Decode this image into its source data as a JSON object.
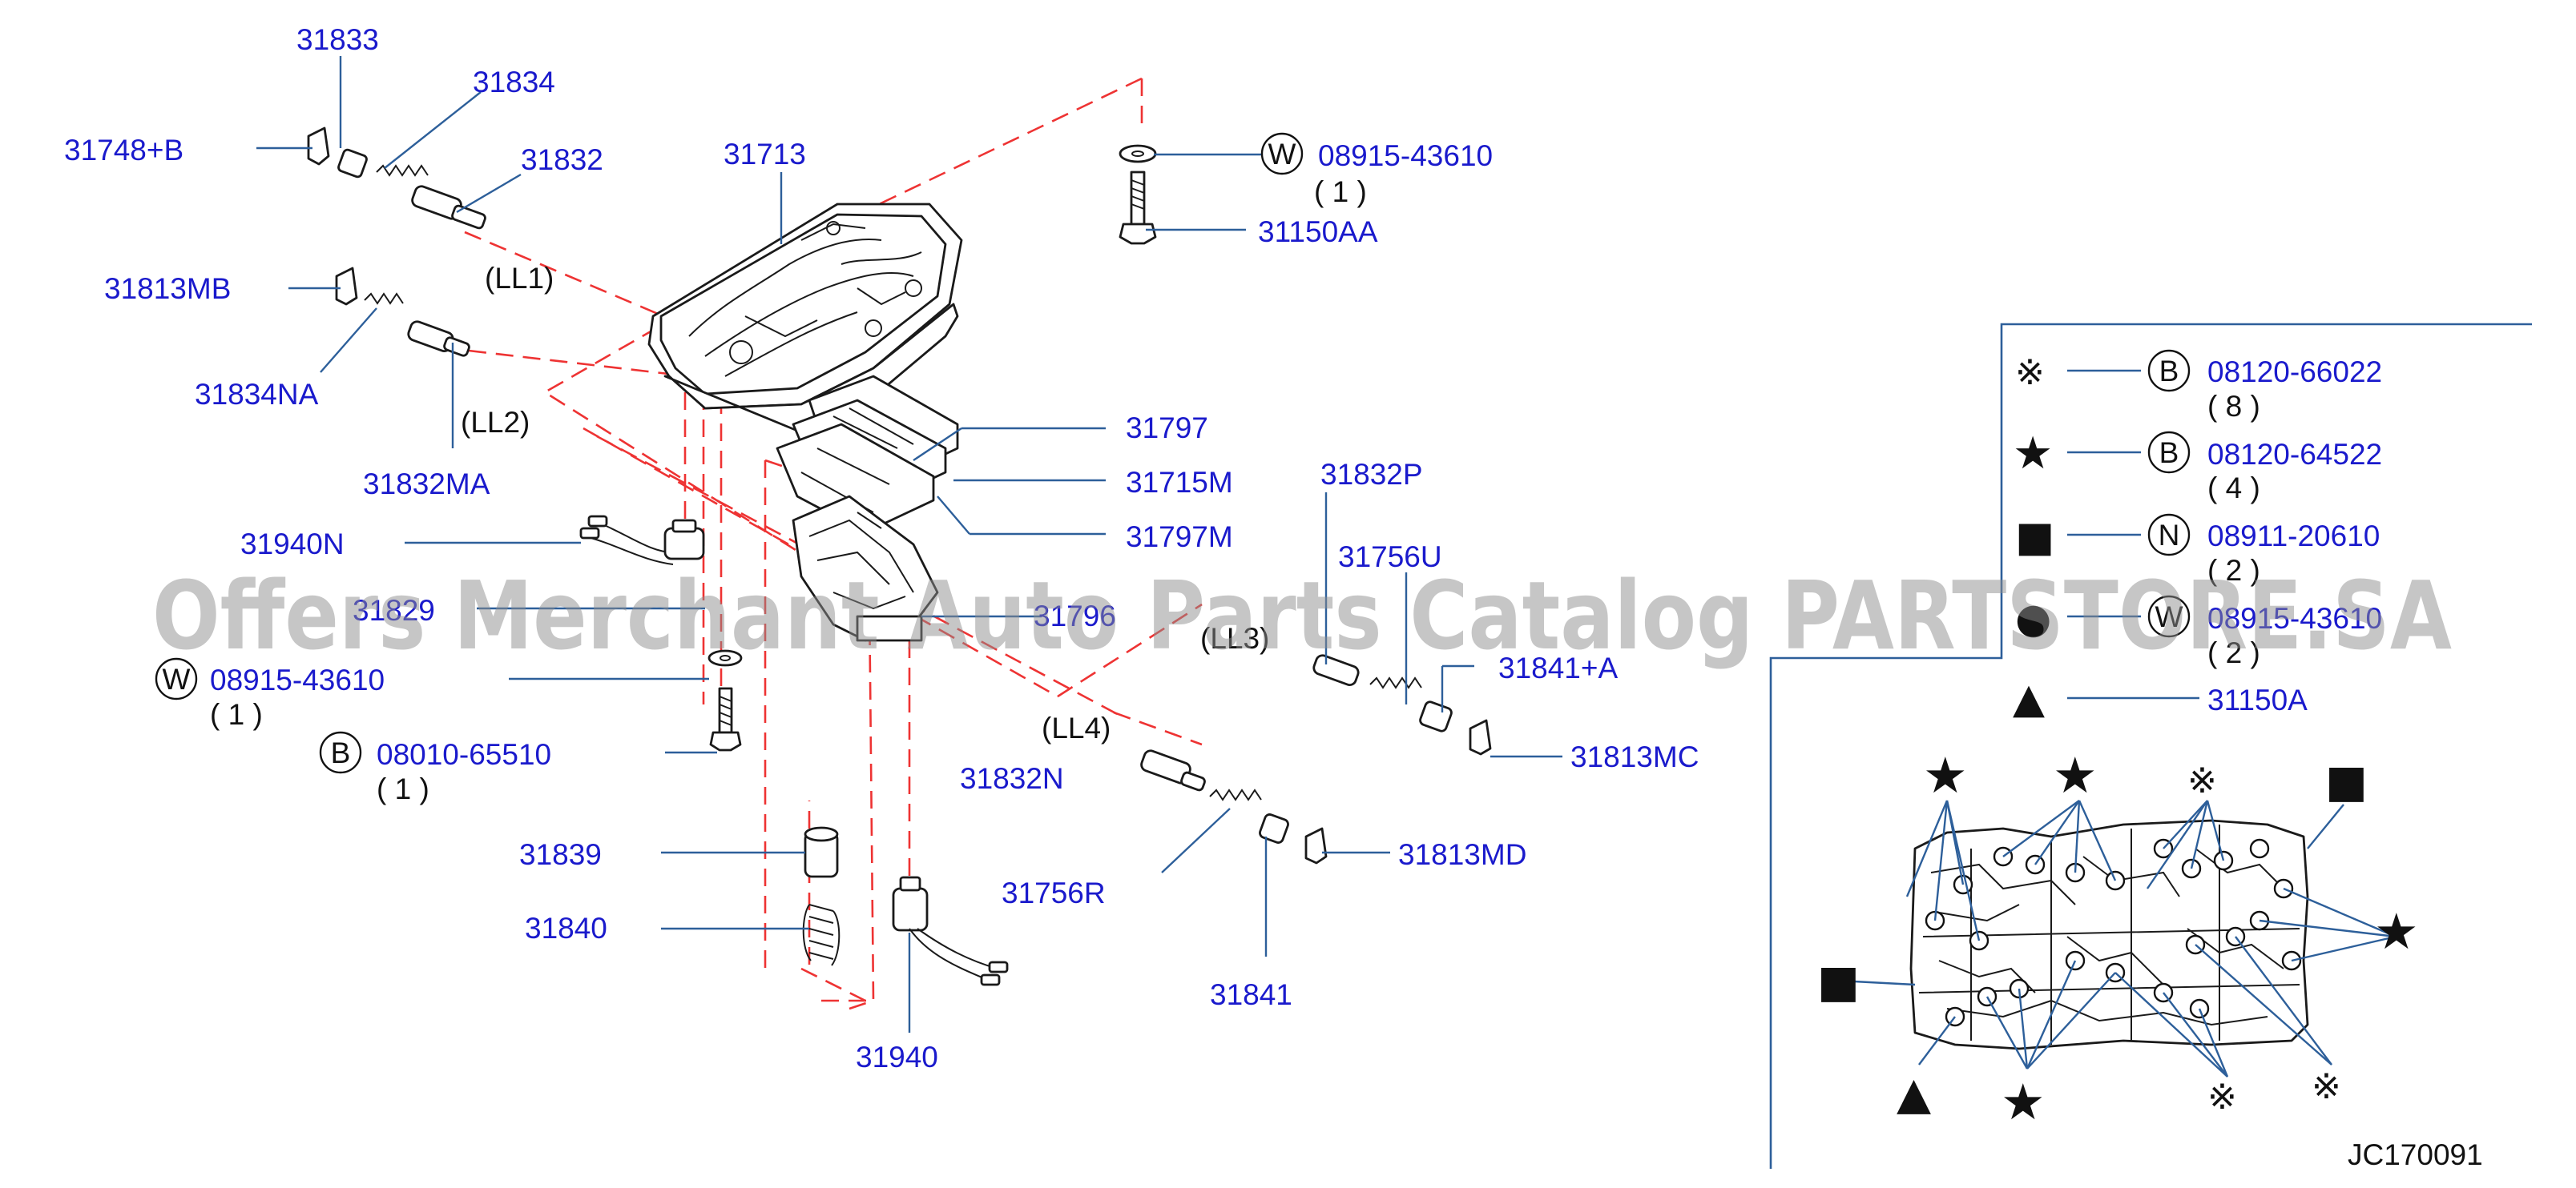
{
  "labels": {
    "l31833": "31833",
    "l31834": "31834",
    "l31748B": "31748+B",
    "l31832": "31832",
    "l31713": "31713",
    "lLL1": "(LL1)",
    "l31813MB": "31813MB",
    "l31834NA": "31834NA",
    "lLL2": "(LL2)",
    "l31832MA": "31832MA",
    "l31797": "31797",
    "l31715M": "31715M",
    "l31797M": "31797M",
    "l31940N": "31940N",
    "l31829": "31829",
    "l31796": "31796",
    "l31832P": "31832P",
    "l31756U": "31756U",
    "lLL3": "(LL3)",
    "l31841A": "31841+A",
    "l31813MC": "31813MC",
    "lLL4": "(LL4)",
    "l31832N": "31832N",
    "l31756R": "31756R",
    "l31813MD": "31813MD",
    "l31841": "31841",
    "l31839": "31839",
    "l31840": "31840",
    "l31940": "31940",
    "l31150AA": "31150AA"
  },
  "callouts": {
    "top_washer": {
      "letter": "W",
      "part": "08915-43610",
      "qty": "( 1 )"
    },
    "left_washer": {
      "letter": "W",
      "part": "08915-43610",
      "qty": "( 1 )"
    },
    "left_bolt": {
      "letter": "B",
      "part": "08010-65510",
      "qty": "( 1 )"
    }
  },
  "legend": [
    {
      "symbol": "※",
      "symbol_icon": "reference-mark-icon",
      "letter": "B",
      "part": "08120-66022",
      "qty": "( 8 )"
    },
    {
      "symbol": "★",
      "symbol_icon": "star-icon",
      "letter": "B",
      "part": "08120-64522",
      "qty": "( 4 )"
    },
    {
      "symbol": "■",
      "symbol_icon": "square-icon",
      "letter": "N",
      "part": "08911-20610",
      "qty": "( 2 )"
    },
    {
      "symbol": "●",
      "symbol_icon": "circle-icon",
      "letter": "W",
      "part": "08915-43610",
      "qty": "( 2 )"
    },
    {
      "symbol": "▲",
      "symbol_icon": "triangle-icon",
      "letter": "",
      "part": "31150A",
      "qty": ""
    }
  ],
  "inset_symbols": {
    "star": "★",
    "square": "■",
    "triangle": "▲",
    "ref": "※"
  },
  "diagram_code": "JC170091",
  "watermark": "Offers Merchant Auto Parts Catalog PARTSTORE.SA",
  "colors": {
    "part_number": "#1a1acc",
    "leader": "#2d5f9a",
    "phantom_line": "#ee3333",
    "watermark": "#8e8e8e"
  }
}
